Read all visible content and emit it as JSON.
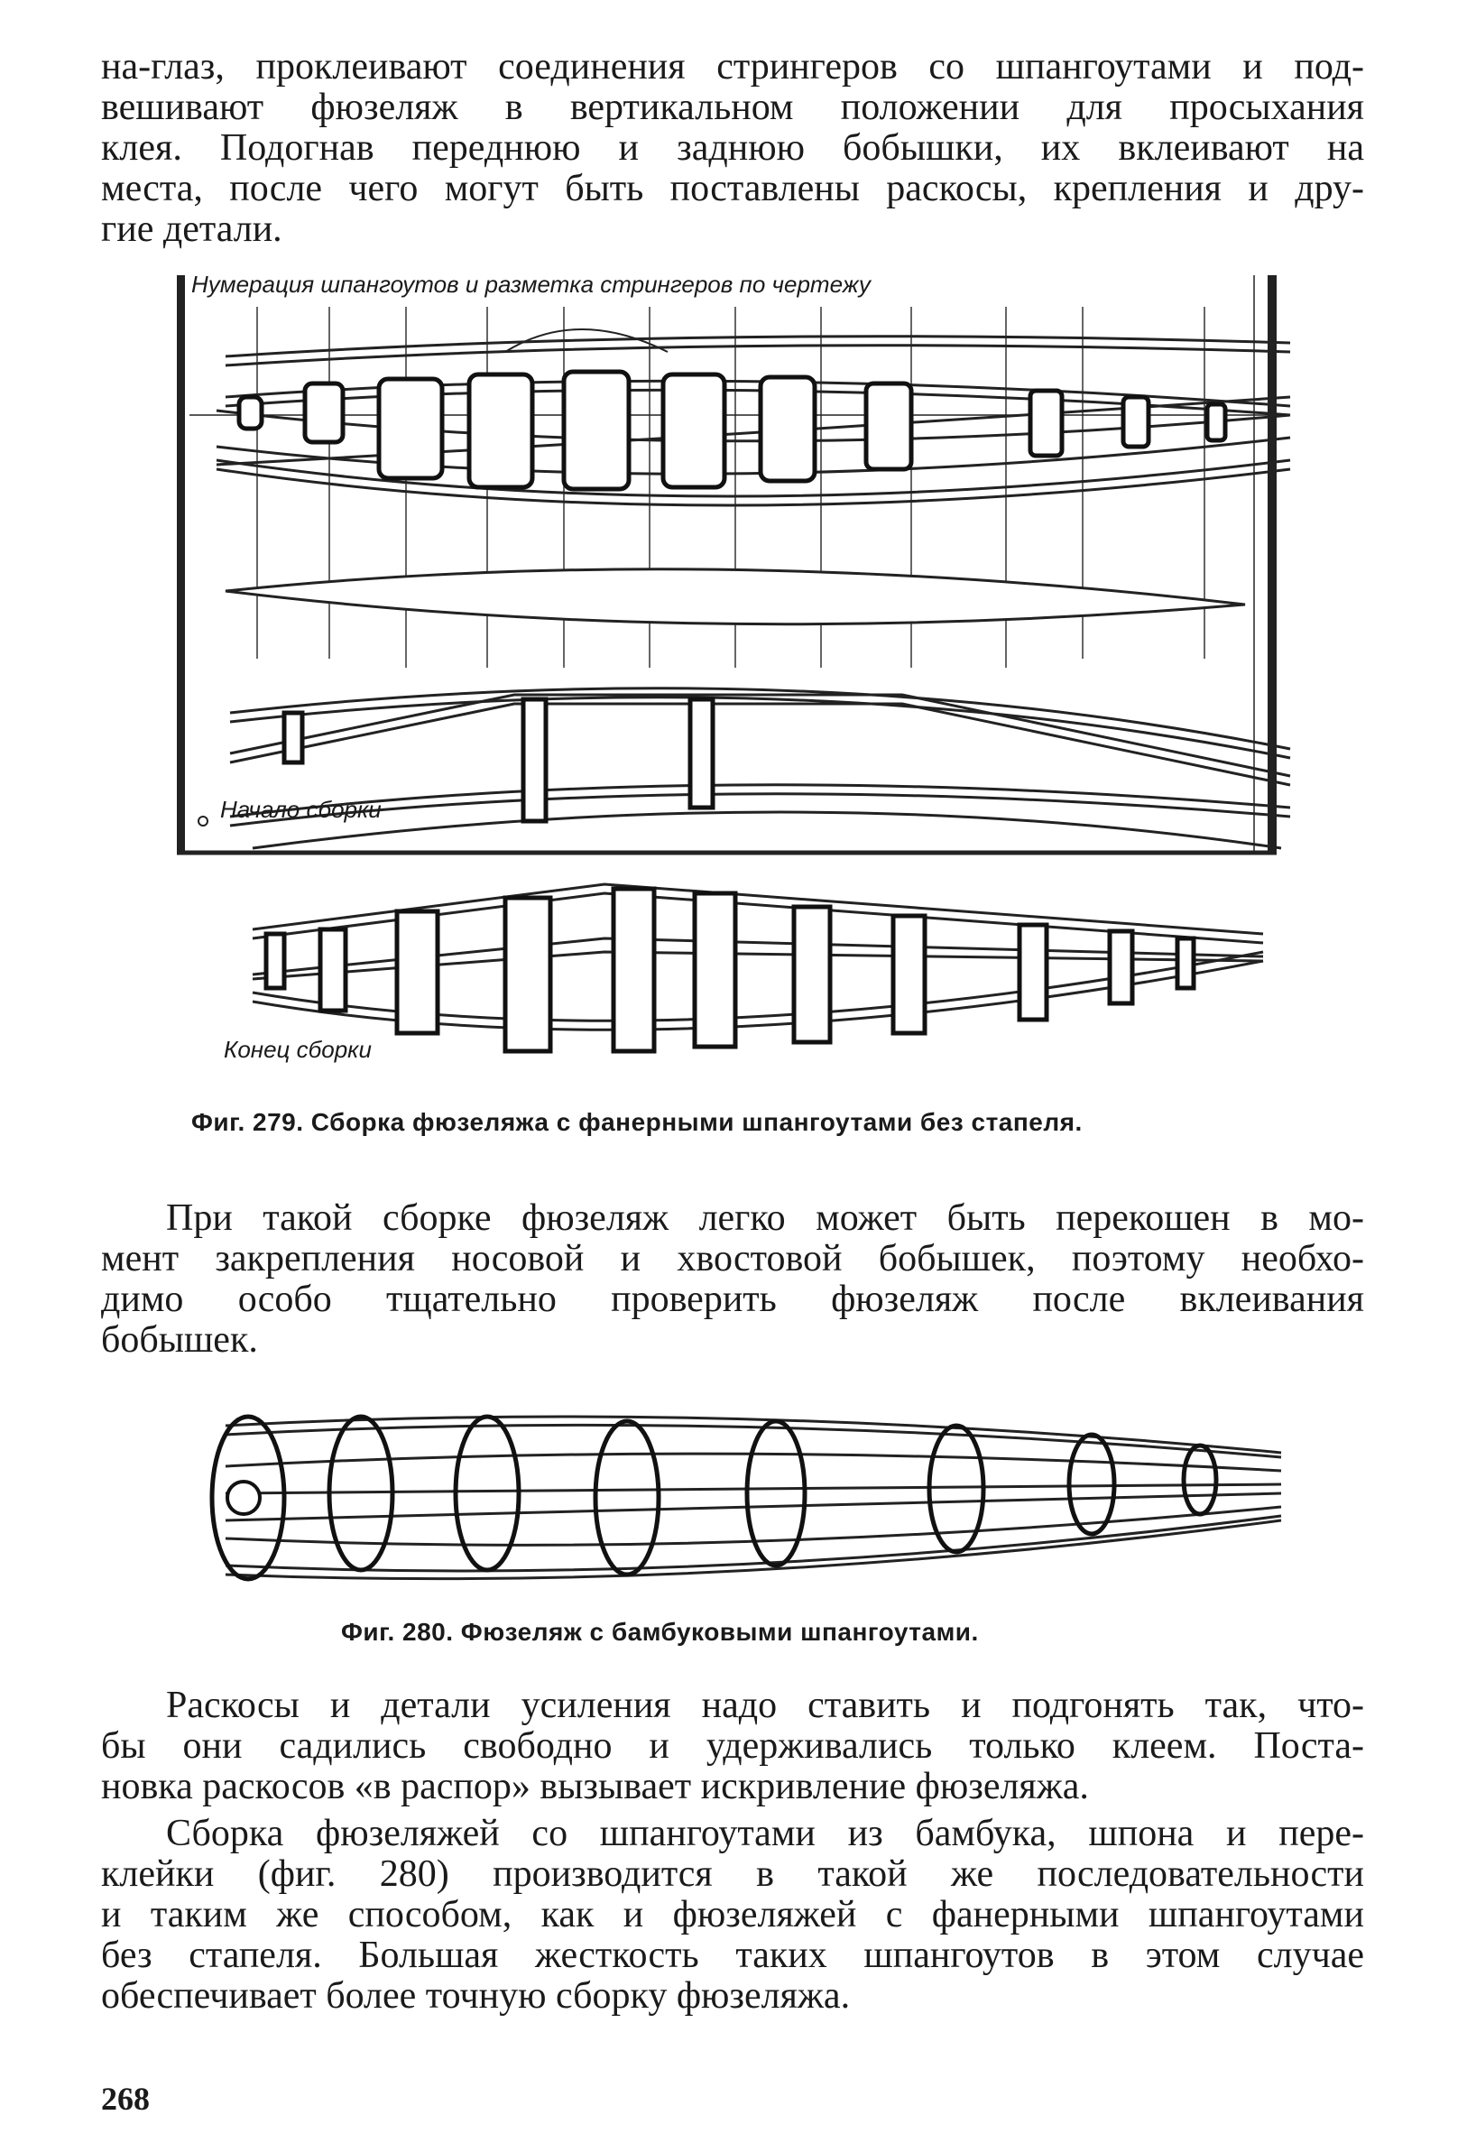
{
  "top_paragraph": [
    "на-глаз, проклеивают соединения стрингеров со шпангоутами и под-",
    "вешивают фюзеляж  в  вертикальном положении для просыхания",
    "клея. Подогнав переднюю  и  заднюю бобышки, их вклеивают на",
    "места, после чего могут быть поставлены раскосы, крепления и дру-",
    "гие детали."
  ],
  "fig279": {
    "label_top": "Нумерация шпангоутов и разметка стрингеров по чертежу",
    "label_start": "Начало сборки",
    "label_end": "Конец сборки",
    "caption": "Фиг. 279. Сборка фюзеляжа с фанерными шпангоутами без стапеля."
  },
  "middle_paragraph": [
    "При такой сборке фюзеляж легко может быть перекошен в мо-",
    "мент закрепления носовой и хвостовой бобышек, поэтому необхо-",
    "димо особо тщательно проверить  фюзеляж  после  вклеивания",
    "бобышек."
  ],
  "fig280": {
    "caption": "Фиг. 280. Фюзеляж с бамбуковыми шпангоутами."
  },
  "para3": [
    "Раскосы и детали усиления надо ставить и подгонять так, что-",
    "бы они садились свободно и удерживались  только клеем. Поста-",
    "новка раскосов «в распор» вызывает искривление фюзеляжа."
  ],
  "para4": [
    "Сборка фюзеляжей со шпангоутами из бамбука, шпона и пере-",
    "клейки (фиг. 280) производится  в  такой  же последовательности",
    "и таким же способом, как и фюзеляжей с фанерными шпангоутами",
    "без стапеля. Большая жесткость таких шпангоутов в этом случае",
    "обеспечивает более точную сборку фюзеляжа."
  ],
  "page_number": "268"
}
